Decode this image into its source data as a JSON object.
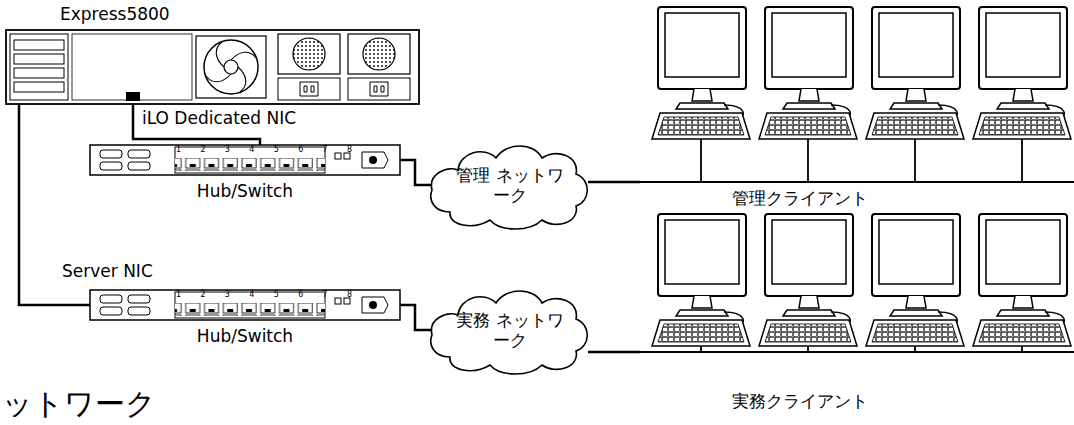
{
  "diagram": {
    "nodes": [
      {
        "text": [
          "Express5800"
        ]
      },
      {
        "text": [
          "Hub/Switch"
        ]
      },
      {
        "text": [
          "管理 ネットワーク"
        ]
      },
      {
        "text": [
          "管理クライアント"
        ]
      },
      {
        "text": [
          "Hub/Switch"
        ]
      },
      {
        "text": [
          "実務 ネットワーク"
        ]
      },
      {
        "text": [
          "実務クライアント"
        ]
      }
    ],
    "edges": [
      {
        "from": 0,
        "to": 1,
        "label": "iLO Dedicated NIC",
        "arrow": "none"
      },
      {
        "from": 1,
        "to": 2,
        "arrow": "none"
      },
      {
        "from": 2,
        "to": 3,
        "arrow": "none"
      },
      {
        "from": 0,
        "to": 4,
        "label": "Server NIC",
        "arrow": "none"
      },
      {
        "from": 4,
        "to": 5,
        "arrow": "none"
      },
      {
        "from": 5,
        "to": 6,
        "arrow": "none"
      }
    ],
    "labels": [
      "ットワーク",
      "1 2 3 4 5 6 7 8",
      "1 2 3 4 5 6 7 8"
    ]
  }
}
